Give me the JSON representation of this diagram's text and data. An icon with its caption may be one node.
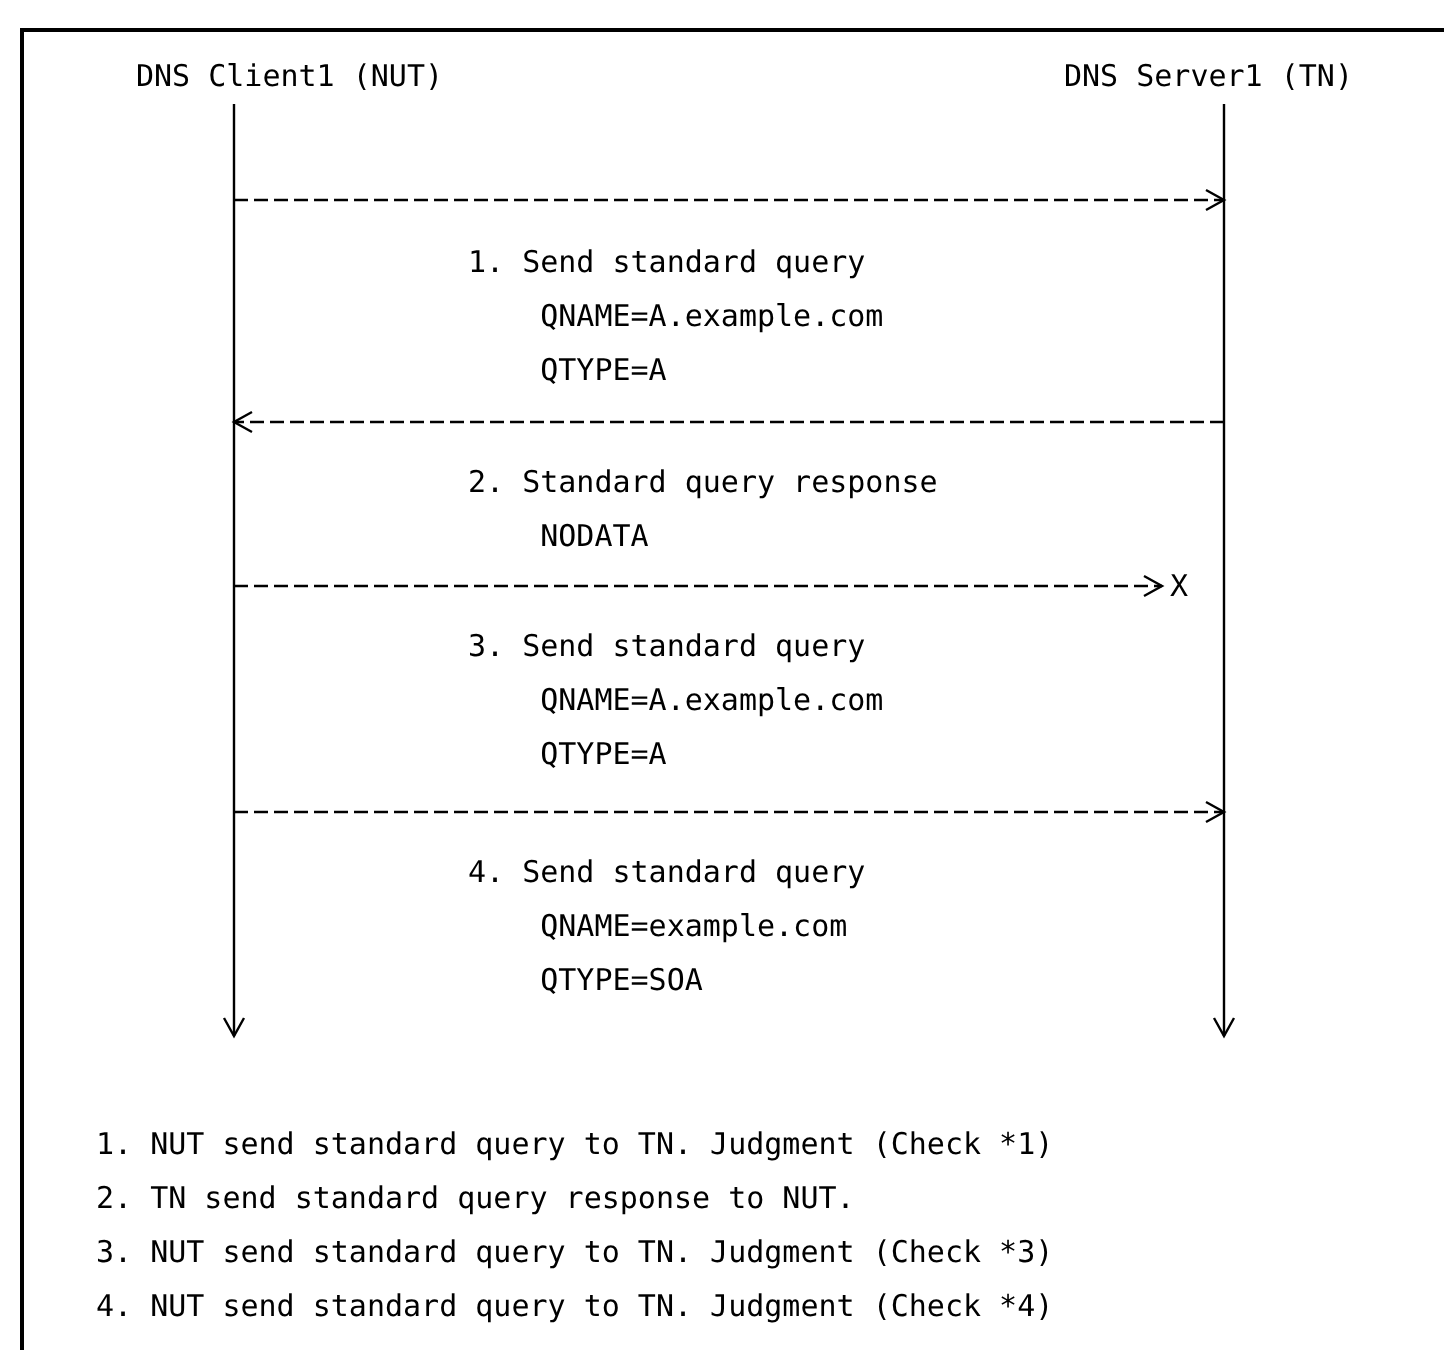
{
  "diagram": {
    "nodes": [
      {
        "text": [
          "DNS Client1 (NUT)"
        ]
      },
      {
        "text": [
          "DNS Server1 (TN)"
        ]
      },
      {
        "text": [
          "X"
        ],
        "in": 1
      }
    ],
    "edges": [
      {
        "from": 0,
        "to": 1,
        "arrow": "to",
        "style": "dashed",
        "label": "1. Send standard query QNAME=A.example.com QTYPE=A"
      },
      {
        "from": 1,
        "to": 0,
        "arrow": "to",
        "style": "dashed",
        "label": "2. Standard query response NODATA"
      },
      {
        "from": 0,
        "to": 2,
        "arrow": "to",
        "style": "dashed",
        "label": "3. Send standard query QNAME=A.example.com QTYPE=A"
      },
      {
        "from": 0,
        "to": 1,
        "arrow": "to",
        "style": "dashed",
        "label": "4. Send standard query QNAME=example.com QTYPE=SOA"
      }
    ],
    "labels": [
      "1. NUT send standard query to TN. Judgment (Check *1)",
      "2. TN send standard query response to NUT.",
      "3. NUT send standard query to TN. Judgment (Check *3)",
      "4. NUT send standard query to TN. Judgment (Check *4)"
    ]
  }
}
